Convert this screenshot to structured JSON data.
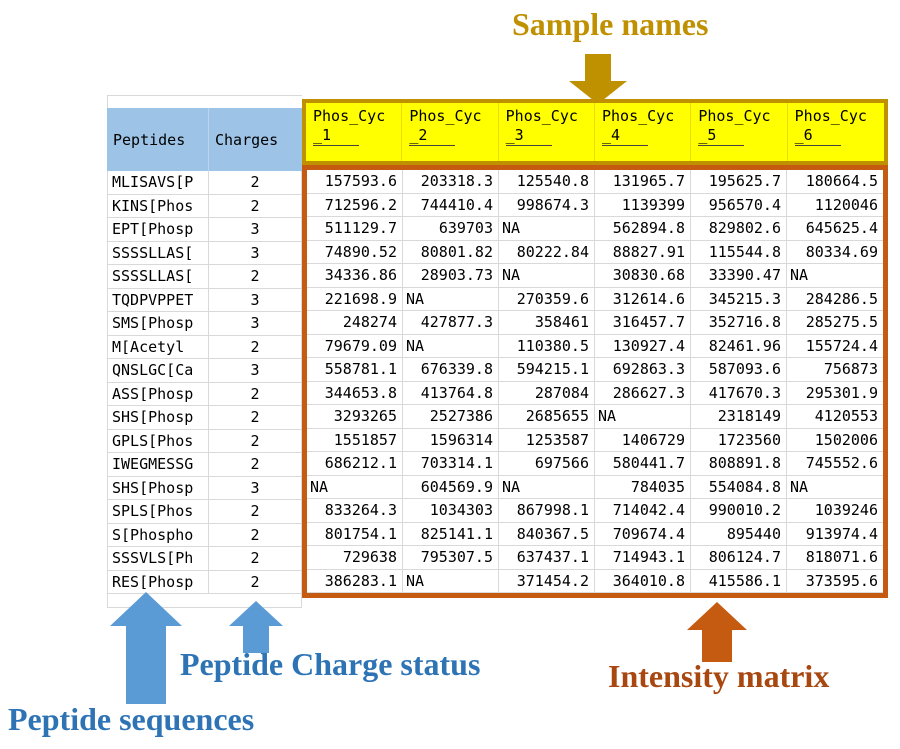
{
  "table": {
    "peptides_header": "Peptides",
    "charges_header": "Charges",
    "samples": [
      {
        "label": "Phos_Cyc_1",
        "line1": "Phos_Cyc",
        "line2": "_1"
      },
      {
        "label": "Phos_Cyc_2",
        "line1": "Phos_Cyc",
        "line2": "_2"
      },
      {
        "label": "Phos_Cyc_3",
        "line1": "Phos_Cyc",
        "line2": "_3"
      },
      {
        "label": "Phos_Cyc_4",
        "line1": "Phos_Cyc",
        "line2": "_4"
      },
      {
        "label": "Phos_Cyc_5",
        "line1": "Phos_Cyc",
        "line2": "_5"
      },
      {
        "label": "Phos_Cyc_6",
        "line1": "Phos_Cyc",
        "line2": "_6"
      }
    ],
    "rows": [
      {
        "peptide": "MLISAVS[P",
        "charge": "2",
        "values": [
          "157593.6",
          "203318.3",
          "125540.8",
          "131965.7",
          "195625.7",
          "180664.5"
        ]
      },
      {
        "peptide": "KINS[Phos",
        "charge": "2",
        "values": [
          "712596.2",
          "744410.4",
          "998674.3",
          "1139399",
          "956570.4",
          "1120046"
        ]
      },
      {
        "peptide": "EPT[Phosp",
        "charge": "3",
        "values": [
          "511129.7",
          "639703",
          "NA",
          "562894.8",
          "829802.6",
          "645625.4"
        ]
      },
      {
        "peptide": "SSSSLLAS[",
        "charge": "3",
        "values": [
          "74890.52",
          "80801.82",
          "80222.84",
          "88827.91",
          "115544.8",
          "80334.69"
        ]
      },
      {
        "peptide": "SSSSLLAS[",
        "charge": "2",
        "values": [
          "34336.86",
          "28903.73",
          "NA",
          "30830.68",
          "33390.47",
          "NA"
        ]
      },
      {
        "peptide": "TQDPVPPET",
        "charge": "3",
        "values": [
          "221698.9",
          "NA",
          "270359.6",
          "312614.6",
          "345215.3",
          "284286.5"
        ]
      },
      {
        "peptide": "SMS[Phosp",
        "charge": "3",
        "values": [
          "248274",
          "427877.3",
          "358461",
          "316457.7",
          "352716.8",
          "285275.5"
        ]
      },
      {
        "peptide": "M[Acetyl",
        "charge": "2",
        "values": [
          "79679.09",
          "NA",
          "110380.5",
          "130927.4",
          "82461.96",
          "155724.4"
        ]
      },
      {
        "peptide": "QNSLGC[Ca",
        "charge": "3",
        "values": [
          "558781.1",
          "676339.8",
          "594215.1",
          "692863.3",
          "587093.6",
          "756873"
        ]
      },
      {
        "peptide": "ASS[Phosp",
        "charge": "2",
        "values": [
          "344653.8",
          "413764.8",
          "287084",
          "286627.3",
          "417670.3",
          "295301.9"
        ]
      },
      {
        "peptide": "SHS[Phosp",
        "charge": "2",
        "values": [
          "3293265",
          "2527386",
          "2685655",
          "NA",
          "2318149",
          "4120553"
        ]
      },
      {
        "peptide": "GPLS[Phos",
        "charge": "2",
        "values": [
          "1551857",
          "1596314",
          "1253587",
          "1406729",
          "1723560",
          "1502006"
        ]
      },
      {
        "peptide": "IWEGMESSG",
        "charge": "2",
        "values": [
          "686212.1",
          "703314.1",
          "697566",
          "580441.7",
          "808891.8",
          "745552.6"
        ]
      },
      {
        "peptide": "SHS[Phosp",
        "charge": "3",
        "values": [
          "NA",
          "604569.9",
          "NA",
          "784035",
          "554084.8",
          "NA"
        ]
      },
      {
        "peptide": "SPLS[Phos",
        "charge": "2",
        "values": [
          "833264.3",
          "1034303",
          "867998.1",
          "714042.4",
          "990010.2",
          "1039246"
        ]
      },
      {
        "peptide": "S[Phospho",
        "charge": "2",
        "values": [
          "801754.1",
          "825141.1",
          "840367.5",
          "709674.4",
          "895440",
          "913974.4"
        ]
      },
      {
        "peptide": "SSSVLS[Ph",
        "charge": "2",
        "values": [
          "729638",
          "795307.5",
          "637437.1",
          "714943.1",
          "806124.7",
          "818071.6"
        ]
      },
      {
        "peptide": "RES[Phosp",
        "charge": "2",
        "values": [
          "386283.1",
          "NA",
          "371454.2",
          "364010.8",
          "415586.1",
          "373595.6"
        ]
      }
    ]
  },
  "annotations": {
    "sample_names": "Sample names",
    "peptide_charge_status": "Peptide Charge status",
    "peptide_sequences": "Peptide sequences",
    "intensity_matrix": "Intensity matrix"
  },
  "colors": {
    "header_blue": "#9DC3E6",
    "sample_header_yellow": "#FFFF00",
    "sample_border_gold": "#BF9000",
    "matrix_border_orange": "#C55A11",
    "annotation_blue": "#2E74B5",
    "annotation_gold": "#BF9000",
    "annotation_brown": "#A84710",
    "arrow_blue": "#5B9BD5",
    "gridline_gray": "#D9D9D9"
  }
}
